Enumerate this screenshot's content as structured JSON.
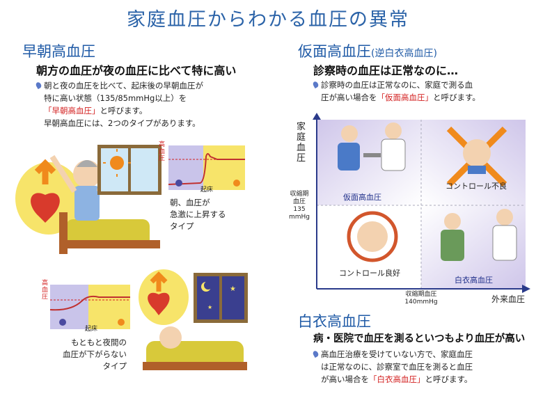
{
  "title": "家庭血圧からわかる血圧の異常",
  "morning": {
    "heading": "早朝高血圧",
    "subheading": "朝方の血圧が夜の血圧に比べて特に高い",
    "desc_line1": "朝と夜の血圧を比べて、起床後の早朝血圧が",
    "desc_line2": "特に高い状態（135/85mmHg以上）を",
    "desc_term": "「早朝高血圧」",
    "desc_line3_suffix": "と呼びます。",
    "desc_line4": "早朝高血圧には、2つのタイプがあります。",
    "type1": {
      "axis": "高血圧",
      "marker": "起床",
      "caption": [
        "朝、血圧が",
        "急激に上昇する",
        "タイプ"
      ]
    },
    "type2": {
      "axis": "高血圧",
      "marker": "起床",
      "caption": [
        "もともと夜間の",
        "血圧が下がらない",
        "タイプ"
      ]
    }
  },
  "mask": {
    "heading": "仮面高血圧",
    "heading_paren": "(逆白衣高血圧)",
    "subheading": "診察時の血圧は正常なのに…",
    "desc_line1": "診察時の血圧は正常なのに、家庭で測る血",
    "desc_line2_prefix": "圧が高い場合を",
    "desc_term": "「仮面高血圧」",
    "desc_line2_suffix": "と呼びます。"
  },
  "matrix": {
    "y_axis": "家庭血圧",
    "x_axis": "外来血圧",
    "y_threshold_label": [
      "収縮期",
      "血圧",
      "135",
      "mmHg"
    ],
    "x_threshold_label": [
      "収縮期血圧",
      "140mmHg"
    ],
    "quadrant_tl": "仮面高血圧",
    "quadrant_tr": "コントロール不良",
    "quadrant_bl": "コントロール良好",
    "quadrant_br": "白衣高血圧"
  },
  "white": {
    "heading": "白衣高血圧",
    "subheading": "病・医院で血圧を測るといつもより血圧が高い",
    "desc_line1": "高血圧治療を受けていない方で、家庭血圧",
    "desc_line2": "は正常なのに、診察室で血圧を測ると血圧",
    "desc_line3_prefix": "が高い場合を",
    "desc_term": "「白衣高血圧」",
    "desc_line3_suffix": "と呼びます。"
  },
  "colors": {
    "title": "#2b63a8",
    "accent_red": "#d32020",
    "matrix_purple": "#d7d0ec",
    "orange": "#f08a1c"
  }
}
